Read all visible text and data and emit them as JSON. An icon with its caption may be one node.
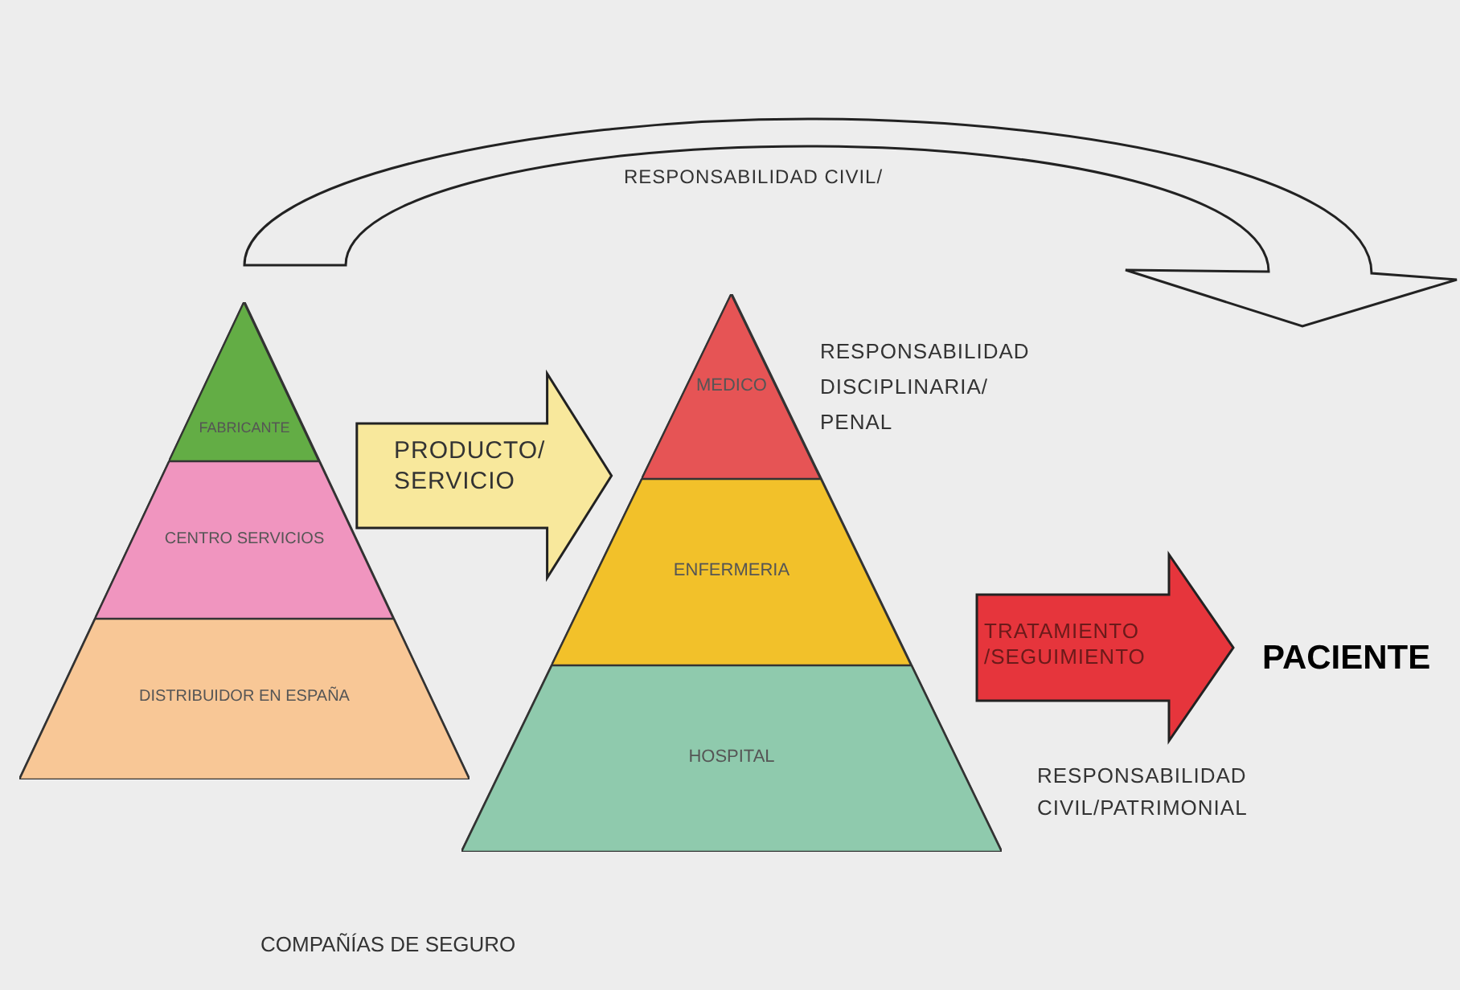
{
  "diagram": {
    "nodes": [
      {
        "text": [],
        "shape": "triangle"
      },
      {
        "text": [
          "FABRICANTE"
        ],
        "in": 0
      },
      {
        "text": [
          "CENTRO SERVICIOS"
        ],
        "in": 0
      },
      {
        "text": [
          "DISTRIBUIDOR EN ESPAÑA"
        ],
        "in": 0
      },
      {
        "text": [],
        "shape": "triangle"
      },
      {
        "text": [
          "MEDICO"
        ],
        "in": 4
      },
      {
        "text": [
          "ENFERMERIA"
        ],
        "in": 4
      },
      {
        "text": [
          "HOSPITAL"
        ],
        "in": 4
      },
      {
        "text": [
          "PACIENTE"
        ]
      }
    ],
    "edges": [
      {
        "from": 0,
        "to": 4,
        "arrow": "to",
        "label": "PRODUCTO/ SERVICIO",
        "style": "thick",
        "color": "#f8e89c"
      },
      {
        "from": 4,
        "to": 8,
        "arrow": "to",
        "label": "TRATAMIENTO /SEGUIMIENTO",
        "style": "thick",
        "color": "#e6353c"
      },
      {
        "from": 0,
        "to": null,
        "arrow": "to",
        "label": "RESPONSABILIDAD CIVIL/",
        "style": "thick",
        "color": "#ededed"
      }
    ],
    "labels": [
      "RESPONSABILIDAD DISCIPLINARIA/ PENAL",
      "RESPONSABILIDAD CIVIL/PATRIMONIAL",
      "COMPAÑÍAS DE SEGURO"
    ]
  }
}
